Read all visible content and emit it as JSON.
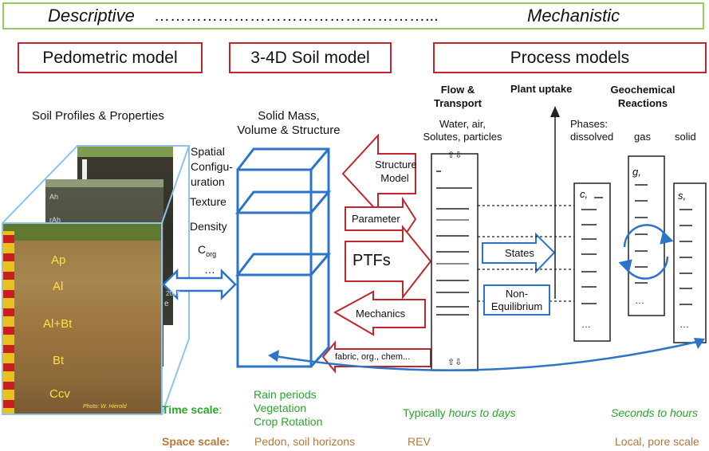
{
  "banner": {
    "left": "Descriptive",
    "dots": "……………………………………………...",
    "right": "Mechanistic"
  },
  "headers": {
    "pedometric": "Pedometric model",
    "soil_model": "3-4D Soil model",
    "process": "Process models"
  },
  "left": {
    "title": "Soil Profiles & Properties",
    "horizons": [
      "Ap",
      "Al",
      "Al+Bt",
      "Bt",
      "Ccv"
    ],
    "back_horizons": [
      "Ah",
      "rAh"
    ],
    "photo_credit": "Photo: W. Hierold",
    "photo_number": "2005",
    "photo_letter": "e"
  },
  "middle": {
    "title_line1": "Solid Mass,",
    "title_line2": "Volume & Structure",
    "props": [
      "Spatial",
      "Configu-",
      "uration",
      "Texture",
      "Density"
    ],
    "corg_base": "C",
    "corg_sub": "org",
    "ellipsis": "…"
  },
  "arrows": {
    "structure_line1": "Structure",
    "structure_line2": "Model",
    "parameter": "Parameter",
    "ptfs": "PTFs",
    "mechanics": "Mechanics",
    "fabric": "fabric, org., chem..."
  },
  "process": {
    "flow_line1": "Flow &",
    "flow_line2": "Transport",
    "plant_uptake": "Plant uptake",
    "geo_line1": "Geochemical",
    "geo_line2": "Reactions",
    "water_line1": "Water, air,",
    "water_line2": "Solutes, particles",
    "phases_line1": "Phases:",
    "phases_line2": "dissolved",
    "gas": "gas",
    "solid": "solid",
    "states": "States",
    "noneq_line1": "Non-",
    "noneq_line2": "Equilibrium",
    "c_label": "c,",
    "g_label": "g,",
    "s_label": "s,",
    "dots": "…",
    "updown": "⇧⇩"
  },
  "scales": {
    "time_label": "Time scale",
    "time_colon": ":",
    "time_left": [
      "Rain periods",
      "Vegetation",
      "Crop Rotation"
    ],
    "time_mid_plain": "Typically ",
    "time_mid_italic": "hours to days",
    "time_right": "Seconds to hours",
    "space_label": "Space scale:",
    "space_left": "Pedon, soil horizons",
    "space_mid": "REV",
    "space_right": "Local, pore scale"
  },
  "colors": {
    "red": "#c0262c",
    "blue": "#2b74c7",
    "green": "#2aa52a",
    "brown": "#b5773a",
    "banner_border": "#8fcf5a"
  }
}
